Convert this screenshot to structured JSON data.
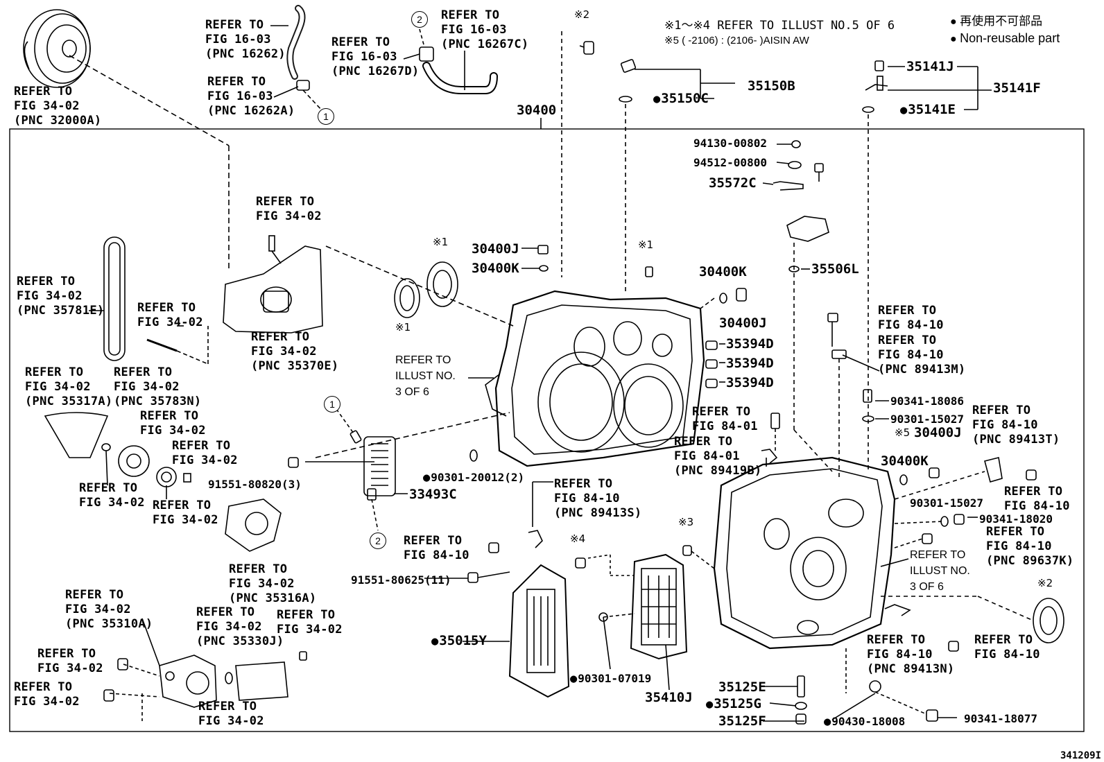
{
  "header": {
    "note_line1": "※1～※4 REFER TO ILLUST NO.5 OF 6",
    "note_line2": "※5 (        -2106) : (2106-        )AISIN AW",
    "legend_jp": "再使用不可部品",
    "legend_en": "Non-reusable part"
  },
  "figure_id": "341209I",
  "main_assembly": "30400",
  "callouts": {
    "c1": "1",
    "c2": "2"
  },
  "marks": {
    "m1": "※1",
    "m2": "※2",
    "m3": "※3",
    "m4": "※4",
    "m5": "※5"
  },
  "refs": {
    "converter": [
      "REFER TO",
      "FIG 34-02",
      "(PNC 32000A)"
    ],
    "hose_a": [
      "REFER TO",
      "FIG 16-03",
      "(PNC 16262)"
    ],
    "hose_b": [
      "REFER TO",
      "FIG 16-03",
      "(PNC 16262A)"
    ],
    "hose_c": [
      "REFER TO",
      "FIG 16-03",
      "(PNC 16267D)"
    ],
    "hose_d": [
      "REFER TO",
      "FIG 16-03",
      "(PNC 16267C)"
    ],
    "bolt_top": [
      "REFER TO",
      "FIG 34-02"
    ],
    "chain": [
      "REFER TO",
      "FIG 34-02",
      "(PNC 35781E)"
    ],
    "bolt_mid": [
      "REFER TO",
      "FIG 34-02"
    ],
    "cover": [
      "REFER TO",
      "FIG 34-02",
      "(PNC 35370E)"
    ],
    "plate": [
      "REFER TO",
      "FIG 34-02",
      "(PNC 35317A)"
    ],
    "sprocket": [
      "REFER TO",
      "FIG 34-02",
      "(PNC 35783N)"
    ],
    "bearing": [
      "REFER TO",
      "FIG 34-02"
    ],
    "bolt_s": [
      "REFER TO",
      "FIG 34-02"
    ],
    "ring": [
      "REFER TO",
      "FIG 34-02"
    ],
    "washer": [
      "REFER TO",
      "FIG 34-02"
    ],
    "pump_cover": [
      "REFER TO",
      "FIG 34-02",
      "(PNC 35316A)"
    ],
    "pump": [
      "REFER TO",
      "FIG 34-02",
      "(PNC 35310A)"
    ],
    "strainer": [
      "REFER TO",
      "FIG 34-02",
      "(PNC 35330J)"
    ],
    "strainer_bolt": [
      "REFER TO",
      "FIG 34-02"
    ],
    "pump_bolt1": [
      "REFER TO",
      "FIG 34-02"
    ],
    "pump_bolt2": [
      "REFER TO",
      "FIG 34-02"
    ],
    "oring_bottom": [
      "REFER TO",
      "FIG 34-02"
    ],
    "illust3_left": [
      "REFER TO",
      "ILLUST NO.",
      "3 OF 6"
    ],
    "sensor_s": [
      "REFER TO",
      "FIG 84-10",
      "(PNC 89413S)"
    ],
    "bolt_8410": [
      "REFER TO",
      "FIG 84-10"
    ],
    "sw_8401": [
      "REFER TO",
      "FIG 84-01"
    ],
    "sw_8401b": [
      "REFER TO",
      "FIG 84-01",
      "(PNC 89419B)"
    ],
    "bolt_8410b": [
      "REFER TO",
      "FIG 84-10"
    ],
    "sensor_m": [
      "REFER TO",
      "FIG 84-10",
      "(PNC 89413M)"
    ],
    "sensor_t": [
      "REFER TO",
      "FIG 84-10",
      "(PNC 89413T)"
    ],
    "bolt_8410c": [
      "REFER TO",
      "FIG 84-10"
    ],
    "sensor_k": [
      "REFER TO",
      "FIG 84-10",
      "(PNC 89637K)"
    ],
    "illust3_right": [
      "REFER TO",
      "ILLUST NO.",
      "3 OF 6"
    ],
    "sensor_n": [
      "REFER TO",
      "FIG 84-10",
      "(PNC 89413N)"
    ],
    "bolt_8410d": [
      "REFER TO",
      "FIG 84-10"
    ]
  },
  "parts": {
    "p35150B": "35150B",
    "p35150C": "35150C",
    "p35141J": "35141J",
    "p35141F": "35141F",
    "p35141E": "35141E",
    "p94130": "94130-00802",
    "p94512": "94512-00800",
    "p35572C": "35572C",
    "p35506L": "35506L",
    "p30400J_a": "30400J",
    "p30400K_a": "30400K",
    "p30400K_b": "30400K",
    "p30400J_b": "30400J",
    "p35394D_1": "35394D",
    "p35394D_2": "35394D",
    "p35394D_3": "35394D",
    "p90341_18086": "90341-18086",
    "p90301_15027a": "90301-15027",
    "p30400J_c": "30400J",
    "p30400K_c": "30400K",
    "p90301_15027b": "90301-15027",
    "p90341_18020": "90341-18020",
    "p91551_80820": "91551-80820(3)",
    "p90301_20012": "90301-20012(2)",
    "p33493C": "33493C",
    "p91551_80625": "91551-80625(11)",
    "p35015Y": "35015Y",
    "p90301_07019": "90301-07019",
    "p35410J": "35410J",
    "p35125E": "35125E",
    "p35125G": "35125G",
    "p35125F": "35125F",
    "p90430": "90430-18008",
    "p90341_18077": "90341-18077"
  }
}
